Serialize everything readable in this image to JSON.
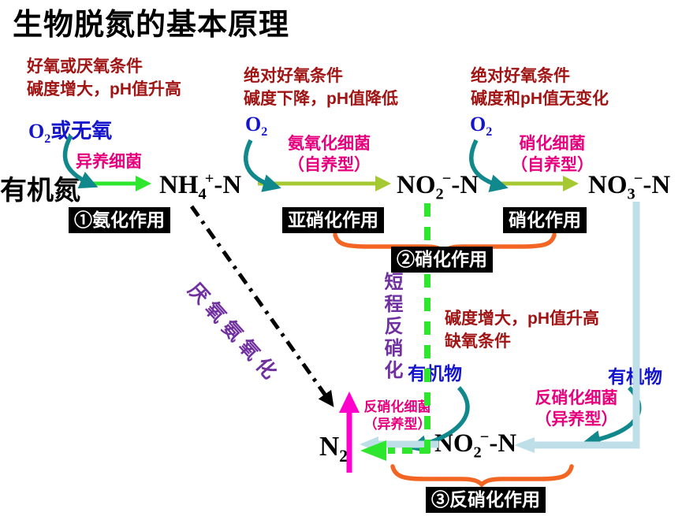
{
  "title": "生物脱氮的基本原理",
  "palette": {
    "condition_text": "#a01414",
    "oxygen_blue": "#1414cc",
    "bacteria_magenta": "#e6007e",
    "teal_arrow": "#11888c",
    "bright_green": "#2de62d",
    "yellow_green": "#a6c832",
    "light_blue": "#bfdfe8",
    "magenta_arrow": "#ff00cc",
    "purple_text": "#7030a0",
    "orange_brace": "#f26522",
    "box_bg": "#000000",
    "box_text": "#ffffff"
  },
  "conditions": [
    {
      "lines": [
        "好氧或厌氧条件",
        "碱度增大，pH值升高"
      ]
    },
    {
      "lines": [
        "绝对好氧条件",
        "碱度下降，pH值降低"
      ]
    },
    {
      "lines": [
        "绝对好氧条件",
        "碱度和pH值无变化"
      ]
    },
    {
      "lines": [
        "碱度增大，pH值升高",
        "缺氧条件"
      ]
    }
  ],
  "oxygen": {
    "base": "O",
    "sub": "2"
  },
  "labels": {
    "or_anoxic": "或无氧",
    "organic_matter_center": "有机物",
    "organic_matter_right": "有机物"
  },
  "bacteria": {
    "heterotrophic": "异养细菌",
    "ammonia_oxidizing": {
      "name": "氨氧化细菌",
      "type": "（自养型）"
    },
    "nitrifying": {
      "name": "硝化细菌",
      "type": "（自养型）"
    },
    "denitrifying_left": {
      "name": "反硝化细菌",
      "type": "（异养型）"
    },
    "denitrifying_right": {
      "name": "反硝化细菌",
      "type": "（异养型）"
    }
  },
  "species": {
    "organic_n": "有机氮",
    "nh4": {
      "base": "NH",
      "sub": "4",
      "sup": "+",
      "suffix": "-N"
    },
    "no2": {
      "base": "NO",
      "sub": "2",
      "sup": "−",
      "suffix": "-N"
    },
    "no3": {
      "base": "NO",
      "sub": "3",
      "sup": "−",
      "suffix": "-N"
    },
    "no2_bottom": {
      "base": "NO",
      "sub": "2",
      "sup": "−",
      "suffix": "-N"
    },
    "n2": {
      "base": "N",
      "sub": "2"
    }
  },
  "processes": {
    "ammonification": "①氨化作用",
    "nitritation": "亚硝化作用",
    "nitratation": "硝化作用",
    "nitrification": "②硝化作用",
    "denitrification": "③反硝化作用"
  },
  "pathways": {
    "anammox": "厌氧氨氧化",
    "shortcut_denitrification": "短程反硝化"
  }
}
